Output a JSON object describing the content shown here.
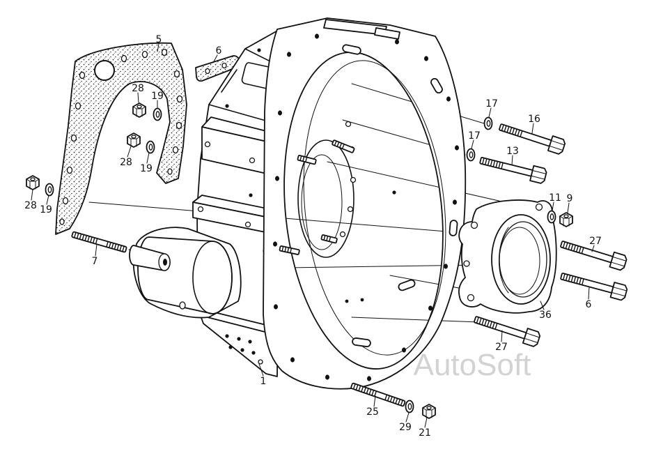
{
  "callouts": [
    "5",
    "6",
    "28",
    "19",
    "28",
    "19",
    "28",
    "19",
    "7",
    "17",
    "16",
    "17",
    "13",
    "11",
    "9",
    "27",
    "6",
    "36",
    "27",
    "1",
    "25",
    "29",
    "21"
  ],
  "watermark": "AutoSoft",
  "colors": {
    "ink": "#111111",
    "watermark": "#d2d2d2"
  }
}
